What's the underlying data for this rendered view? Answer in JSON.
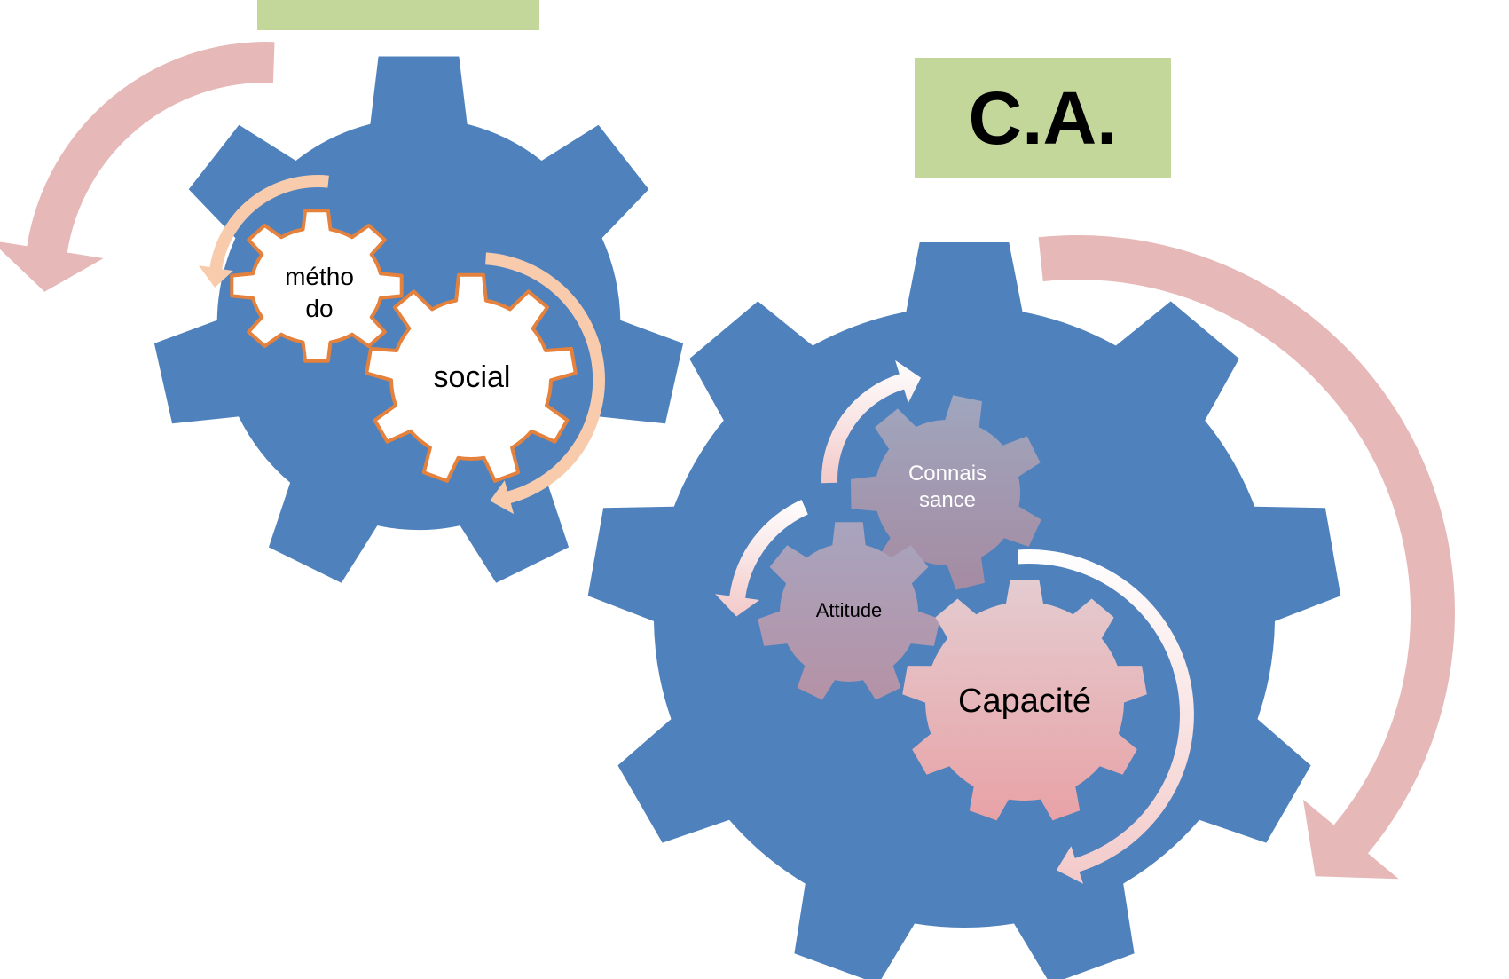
{
  "colors": {
    "big_gear": "#4f81bd",
    "label_box": "#c4d79b",
    "big_arrow": "#e6b8b7",
    "small_arrow": "#f8cbad",
    "gear_outline": "#e4813c",
    "white_gear": "#ffffff"
  },
  "boxes": {
    "top_label": "",
    "ca_label": "C.A."
  },
  "left_cluster": {
    "gear_1_label_line1": "métho",
    "gear_1_label_line2": "do",
    "gear_2_label": "social"
  },
  "right_cluster": {
    "gear_1_label_line1": "Connais",
    "gear_1_label_line2": "sance",
    "gear_2_label": "Attitude",
    "gear_3_label": "Capacité"
  }
}
